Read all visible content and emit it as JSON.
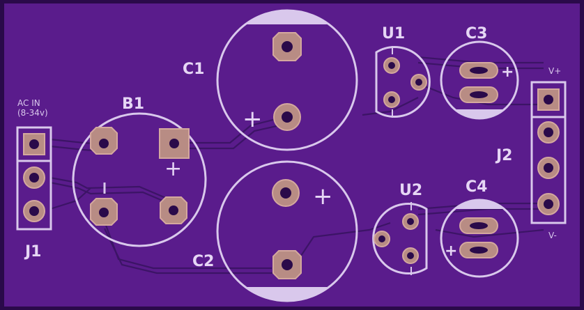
{
  "colors": {
    "board": "#5a1c8c",
    "board_edge": "#2a0a4a",
    "silkscreen": "#d9c8ec",
    "pad_copper": "#b88c84",
    "trace": "#3c1466"
  },
  "labels": {
    "c1": "C1",
    "c2": "C2",
    "c3": "C3",
    "c4": "C4",
    "u1": "U1",
    "u2": "U2",
    "b1": "B1",
    "j1": "J1",
    "j2": "J2",
    "ac_in_line1": "AC IN",
    "ac_in_line2": "(8-34v)",
    "v_plus": "V+",
    "v_minus": "V-",
    "plus": "+",
    "minus": "-"
  }
}
